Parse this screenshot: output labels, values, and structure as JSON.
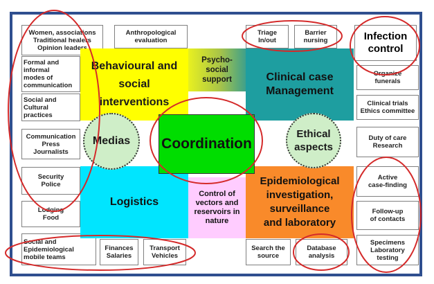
{
  "colors": {
    "frame": "#2f4f8f",
    "yellow": "#ffff00",
    "teal": "#1e9ea0",
    "cyan": "#00e5ff",
    "orange": "#f98a2a",
    "pink": "#ffccff",
    "green": "#00dd00",
    "oval": "#d42a2a",
    "circle": "#cfeec8"
  },
  "left_boxes": [
    "Women, associations\nTraditional healers\nOpinion leaders",
    "Formal and\ninformal\nmodes of\ncommunication",
    "Social and\nCultural\npractices",
    "Communication\nPress\nJournalists",
    "Security\nPolice",
    "Lodging\nFood",
    "Social and\nEpidemiological\nmobile teams"
  ],
  "top_boxes": {
    "anthropological": "Anthropological\nevaluation",
    "triage": "Triage\nIn/out",
    "barrier": "Barrier\nnursing",
    "infection": "Infection\ncontrol"
  },
  "right_boxes": [
    "Organize\nfunerals",
    "Clinical trials\nEthics committee",
    "Duty of care\nResearch",
    "Active\ncase-finding",
    "Follow-up\nof contacts",
    "Specimens\nLaboratory\ntesting"
  ],
  "bottom_boxes": {
    "finances": "Finances\nSalaries",
    "transport": "Transport\nVehicles",
    "search": "Search the\nsource",
    "database": "Database\nanalysis"
  },
  "centre": {
    "behavioural": "Behavioural and\nsocial\ninterventions",
    "psycho": "Psycho-\nsocial\nsupport",
    "clinical": "Clinical case\nManagement",
    "coordination": "Coordination",
    "medias": "Medias",
    "ethical": "Ethical\naspects",
    "logistics": "Logistics",
    "vectors": "Control of\nvectors and\nreservoirs in\nnature",
    "epidemiological": "Epidemiological\ninvestigation,\nsurveillance\nand laboratory"
  }
}
